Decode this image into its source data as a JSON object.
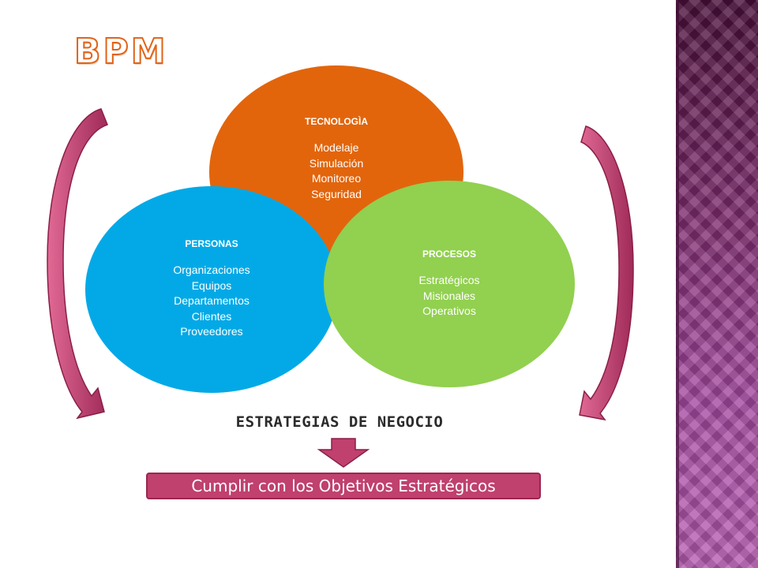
{
  "title": "BPM",
  "tecnologia": {
    "heading": "TECNOLOGÌA",
    "items": [
      "Modelaje",
      "Simulación",
      "Monitoreo",
      "Seguridad"
    ]
  },
  "personas": {
    "heading": "PERSONAS",
    "items": [
      "Organizaciones",
      "Equipos",
      "Departamentos",
      "Clientes",
      "Proveedores"
    ]
  },
  "procesos": {
    "heading": "PROCESOS",
    "items": [
      "Estratégicos",
      "Misionales",
      "Operativos"
    ]
  },
  "strategy_label": "ESTRATEGIAS DE NEGOCIO",
  "goal_label": "Cumplir con los Objetivos Estratégicos",
  "colors": {
    "tecnologia": "#e2650c",
    "personas": "#03a9e6",
    "procesos": "#92d050",
    "arrow": "#c0406e",
    "side_band": "#7a2a6a"
  }
}
